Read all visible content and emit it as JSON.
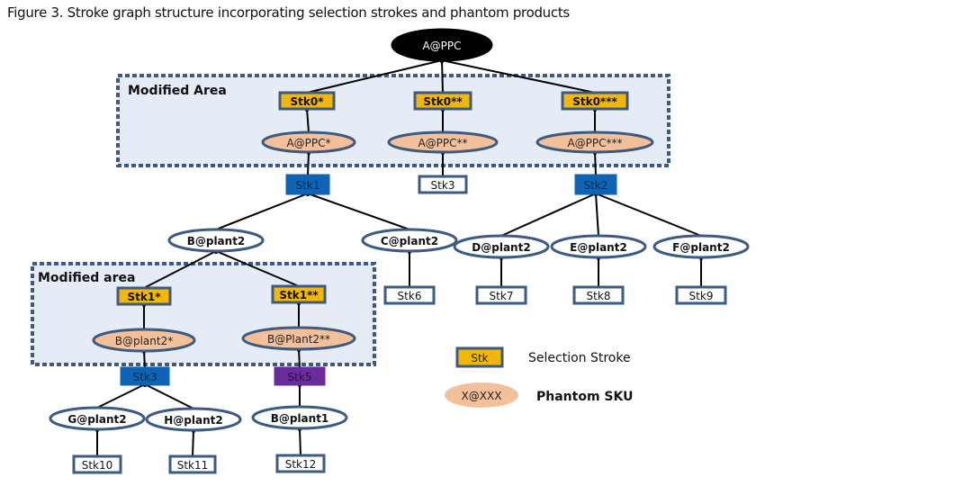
{
  "title": "Figure 3. Stroke graph structure incorporating selection strokes and phantom products",
  "colors": {
    "root_fill": "#000000",
    "selection_stroke_fill": "#f2b705",
    "phantom_fill": "#f4c09a",
    "plain_fill": "#ffffff",
    "blue_stroke_fill": "#0f63b5",
    "purple_stroke_fill": "#6a2c9c",
    "node_border": "#3d5a80",
    "modified_area_fill": "#e6ecf5"
  },
  "modified_areas": [
    {
      "id": "area-top",
      "label": "Modified Area"
    },
    {
      "id": "area-bottom",
      "label": "Modified area"
    }
  ],
  "nodes": [
    {
      "id": "root",
      "label": "A@PPC",
      "kind": "root"
    },
    {
      "id": "stk0a",
      "label": "Stk0*",
      "kind": "selection"
    },
    {
      "id": "stk0b",
      "label": "Stk0**",
      "kind": "selection"
    },
    {
      "id": "stk0c",
      "label": "Stk0***",
      "kind": "selection"
    },
    {
      "id": "ppc1",
      "label": "A@PPC*",
      "kind": "phantom"
    },
    {
      "id": "ppc2",
      "label": "A@PPC**",
      "kind": "phantom"
    },
    {
      "id": "ppc3",
      "label": "A@PPC***",
      "kind": "phantom"
    },
    {
      "id": "stk1",
      "label": "Stk1",
      "kind": "blue"
    },
    {
      "id": "stk3top",
      "label": "Stk3",
      "kind": "plain-box"
    },
    {
      "id": "stk2",
      "label": "Stk2",
      "kind": "blue"
    },
    {
      "id": "bplant2",
      "label": "B@plant2",
      "kind": "sku"
    },
    {
      "id": "cplant2",
      "label": "C@plant2",
      "kind": "sku"
    },
    {
      "id": "dplant2",
      "label": "D@plant2",
      "kind": "sku"
    },
    {
      "id": "eplant2",
      "label": "E@plant2",
      "kind": "sku"
    },
    {
      "id": "fplant2",
      "label": "F@plant2",
      "kind": "sku"
    },
    {
      "id": "stk6",
      "label": "Stk6",
      "kind": "plain-box"
    },
    {
      "id": "stk7",
      "label": "Stk7",
      "kind": "plain-box"
    },
    {
      "id": "stk8",
      "label": "Stk8",
      "kind": "plain-box"
    },
    {
      "id": "stk9",
      "label": "Stk9",
      "kind": "plain-box"
    },
    {
      "id": "stk1a",
      "label": "Stk1*",
      "kind": "selection"
    },
    {
      "id": "stk1b",
      "label": "Stk1**",
      "kind": "selection"
    },
    {
      "id": "bp2a",
      "label": "B@plant2*",
      "kind": "phantom"
    },
    {
      "id": "bp2b",
      "label": "B@Plant2**",
      "kind": "phantom"
    },
    {
      "id": "stk3",
      "label": "Stk3",
      "kind": "blue"
    },
    {
      "id": "stk5",
      "label": "Stk5",
      "kind": "purple"
    },
    {
      "id": "gplant2",
      "label": "G@plant2",
      "kind": "sku"
    },
    {
      "id": "hplant2",
      "label": "H@plant2",
      "kind": "sku"
    },
    {
      "id": "bplant1",
      "label": "B@plant1",
      "kind": "sku"
    },
    {
      "id": "stk10",
      "label": "Stk10",
      "kind": "plain-box"
    },
    {
      "id": "stk11",
      "label": "Stk11",
      "kind": "plain-box"
    },
    {
      "id": "stk12",
      "label": "Stk12",
      "kind": "plain-box"
    }
  ],
  "edges": [
    [
      "stk0a",
      "root"
    ],
    [
      "stk0b",
      "root"
    ],
    [
      "stk0c",
      "root"
    ],
    [
      "ppc1",
      "stk0a"
    ],
    [
      "ppc2",
      "stk0b"
    ],
    [
      "ppc3",
      "stk0c"
    ],
    [
      "stk1",
      "ppc1"
    ],
    [
      "stk3top",
      "ppc2"
    ],
    [
      "stk2",
      "ppc3"
    ],
    [
      "bplant2",
      "stk1"
    ],
    [
      "cplant2",
      "stk1"
    ],
    [
      "dplant2",
      "stk2"
    ],
    [
      "eplant2",
      "stk2"
    ],
    [
      "fplant2",
      "stk2"
    ],
    [
      "stk6",
      "cplant2"
    ],
    [
      "stk7",
      "dplant2"
    ],
    [
      "stk8",
      "eplant2"
    ],
    [
      "stk9",
      "fplant2"
    ],
    [
      "stk1a",
      "bplant2"
    ],
    [
      "stk1b",
      "bplant2"
    ],
    [
      "bp2a",
      "stk1a"
    ],
    [
      "bp2b",
      "stk1b"
    ],
    [
      "stk3",
      "bp2a"
    ],
    [
      "stk5",
      "bp2b"
    ],
    [
      "gplant2",
      "stk3"
    ],
    [
      "hplant2",
      "stk3"
    ],
    [
      "bplant1",
      "stk5"
    ],
    [
      "stk10",
      "gplant2"
    ],
    [
      "stk11",
      "hplant2"
    ],
    [
      "stk12",
      "bplant1"
    ]
  ],
  "legend": [
    {
      "symbol": "Stk",
      "kind": "selection",
      "label": "Selection Stroke"
    },
    {
      "symbol": "X@XXX",
      "kind": "phantom",
      "label": "Phantom SKU"
    }
  ]
}
